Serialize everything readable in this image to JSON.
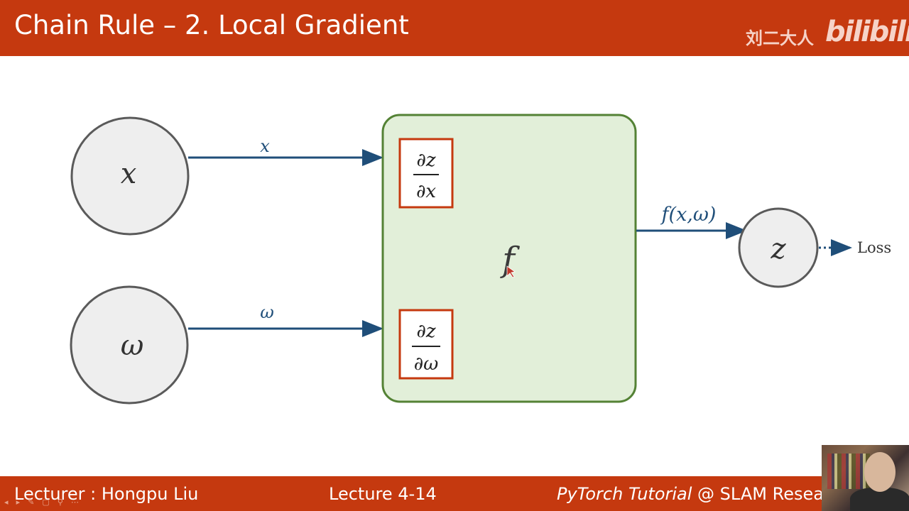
{
  "header": {
    "title": "Chain Rule – 2. Local Gradient",
    "brand_cn": "刘二大人",
    "brand_logo": "bilibili"
  },
  "diagram": {
    "input_x": "x",
    "input_w": "ω",
    "edge_x_label": "x",
    "edge_w_label": "ω",
    "function_label": "f",
    "grad_x": {
      "num": "∂z",
      "den": "∂x"
    },
    "grad_w": {
      "num": "∂z",
      "den": "∂ω"
    },
    "output_edge_label": "f(x,ω)",
    "output_node": "z",
    "loss_label": "Loss"
  },
  "footer": {
    "lecturer": "Lecturer : Hongpu Liu",
    "lecture": "Lecture 4-14",
    "course_italic": "PyTorch Tutorial",
    "course_rest": " @ SLAM Resear"
  },
  "colors": {
    "bar": "#c5390f",
    "arrow": "#1f4e79",
    "box_fill": "#e2efd9",
    "box_border": "#548235",
    "grad_border": "#c5390f"
  },
  "icons": [
    "slide-controls-icon",
    "webcam-video"
  ]
}
